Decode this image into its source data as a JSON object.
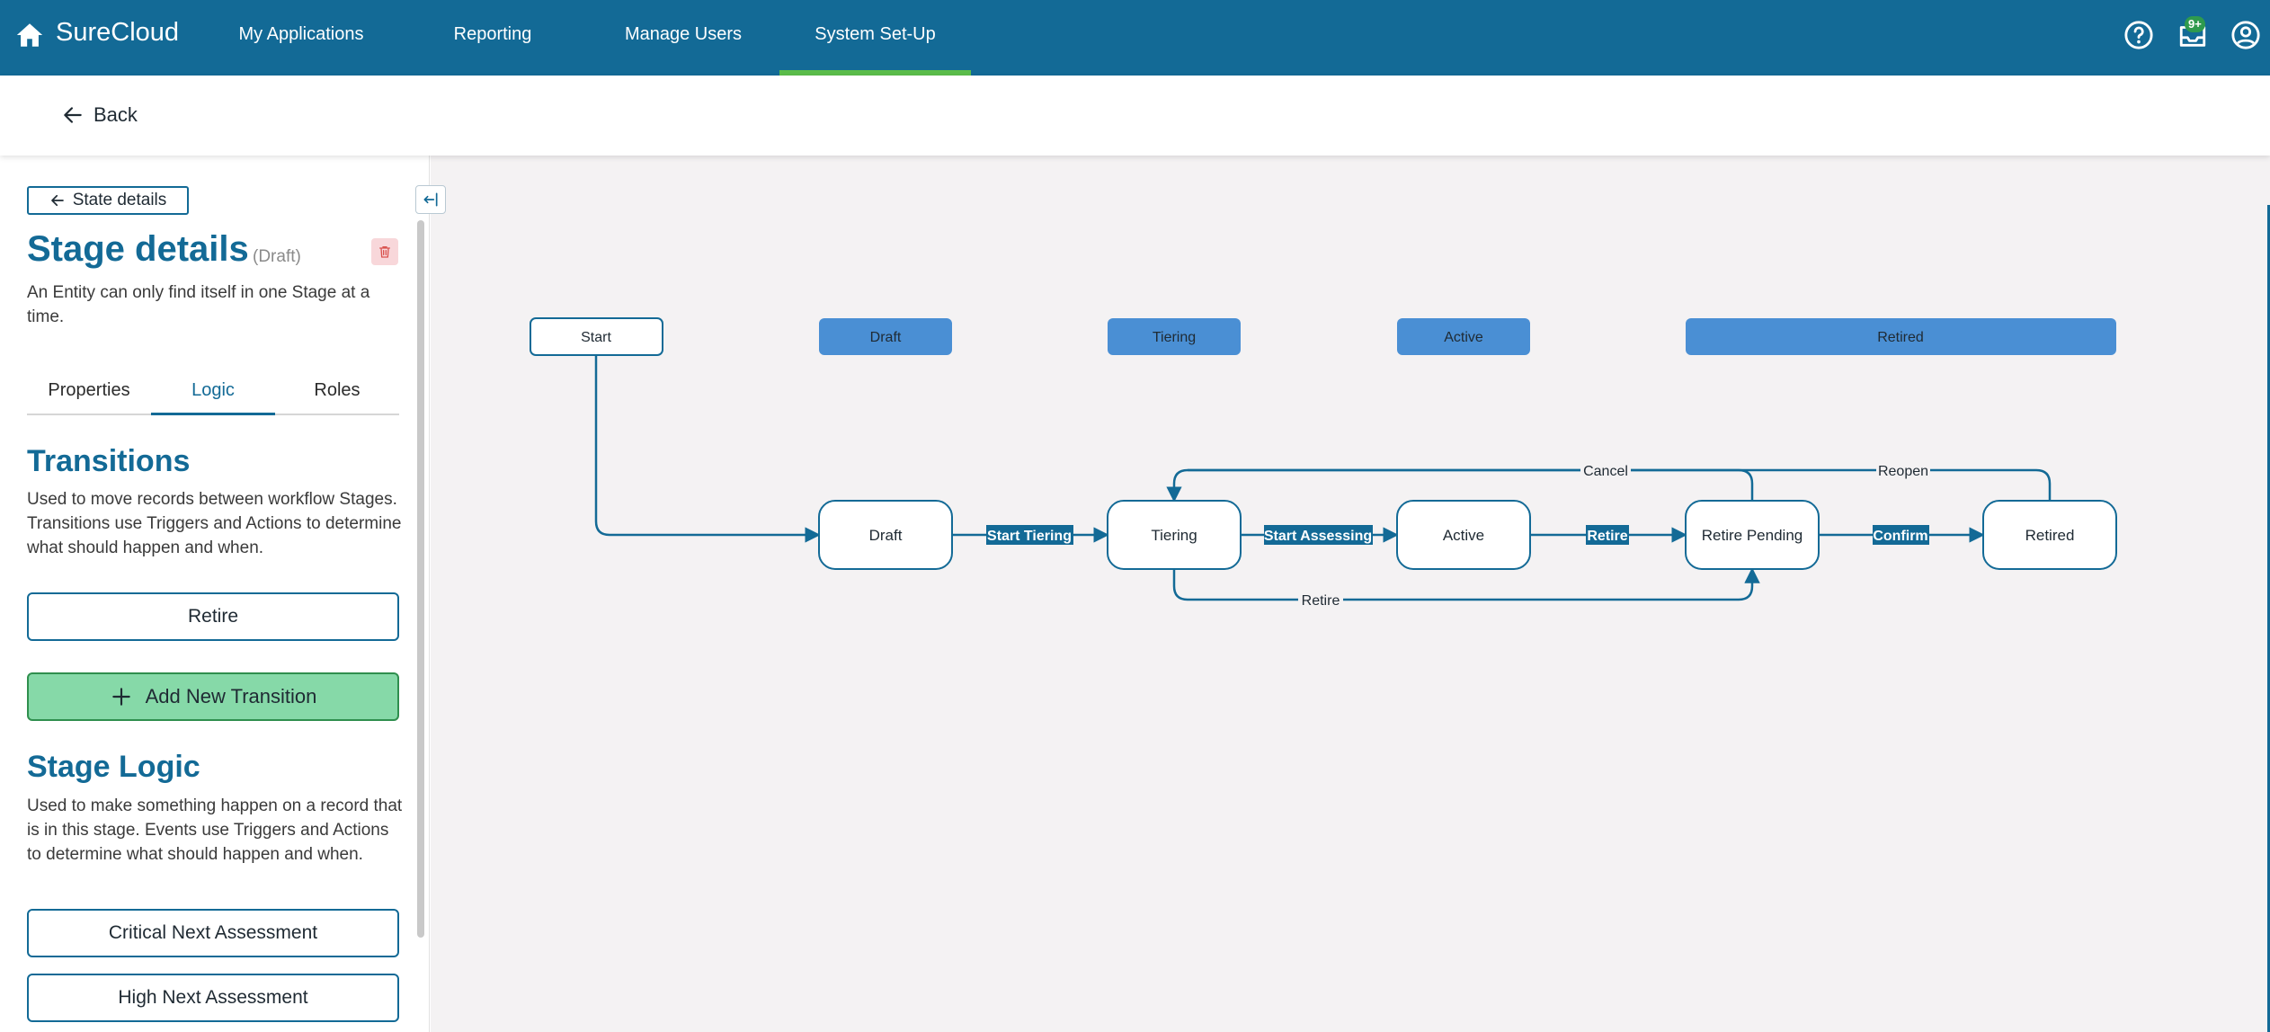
{
  "app": {
    "brand": "SureCloud",
    "nav": [
      "My Applications",
      "Reporting",
      "Manage Users",
      "System Set-Up"
    ],
    "active_nav": "System Set-Up",
    "notification_badge": "9+"
  },
  "subheader": {
    "back_label": "Back"
  },
  "panel": {
    "state_details_label": "State details",
    "title": "Stage details",
    "status": "(Draft)",
    "description": "An Entity can only find itself in one Stage at a time.",
    "tabs": [
      "Properties",
      "Logic",
      "Roles"
    ],
    "active_tab": "Logic",
    "transitions": {
      "title": "Transitions",
      "description": "Used to move records between workflow Stages. Transitions use Triggers and Actions to determine what should happen and when.",
      "items": [
        "Retire"
      ],
      "add_label": "Add New Transition"
    },
    "stage_logic": {
      "title": "Stage Logic",
      "description": "Used to make something happen on a record that is in this stage. Events use Triggers and Actions to determine what should happen and when.",
      "items": [
        "Critical Next Assessment",
        "High Next Assessment"
      ]
    }
  },
  "diagram": {
    "lanes": [
      "Start",
      "Draft",
      "Tiering",
      "Active",
      "Retired"
    ],
    "nodes": [
      "Draft",
      "Tiering",
      "Active",
      "Retire Pending",
      "Retired"
    ],
    "transitions": [
      "Start Tiering",
      "Start Assessing",
      "Retire",
      "Confirm"
    ],
    "loops": {
      "cancel": "Cancel",
      "reopen": "Reopen",
      "retire": "Retire"
    }
  },
  "colors": {
    "primary": "#136a96",
    "nav_active": "#5bbd4a",
    "lane_fill": "#4a8fd4",
    "add_button": "#86d9a8",
    "canvas": "#f4f2f3"
  }
}
